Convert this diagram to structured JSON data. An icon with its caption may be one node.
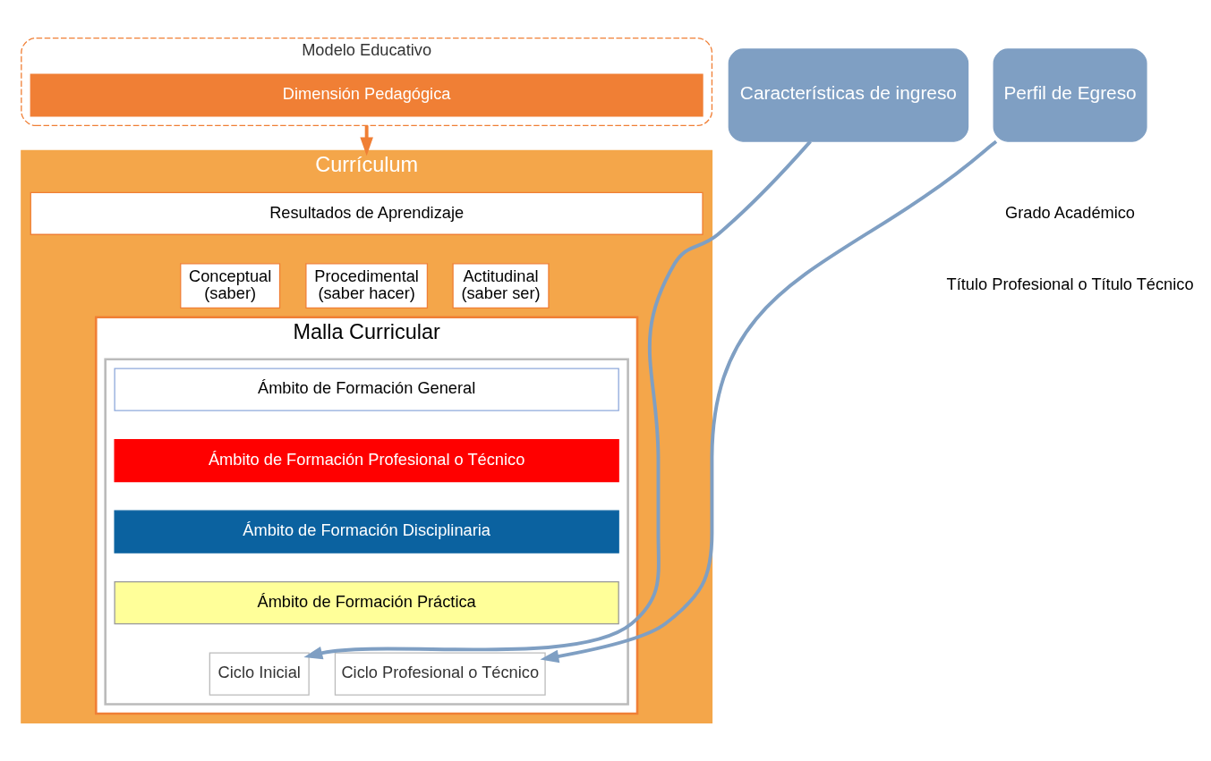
{
  "diagram": {
    "nodes": [
      {
        "text": [
          "Modelo Educativo"
        ]
      },
      {
        "text": [
          "Dimensión Pedagógica"
        ],
        "in": 0
      },
      {
        "text": [
          "Currículum"
        ]
      },
      {
        "text": [
          "Resultados de Aprendizaje"
        ],
        "in": 2
      },
      {
        "text": [
          "Conceptual",
          "(saber)"
        ],
        "in": 2
      },
      {
        "text": [
          "Procedimental",
          "(saber hacer)"
        ],
        "in": 2
      },
      {
        "text": [
          "Actitudinal",
          "(saber ser)"
        ],
        "in": 2
      },
      {
        "text": [
          "Malla Curricular"
        ],
        "in": 2
      },
      {
        "text": [],
        "shape": "box",
        "in": 7
      },
      {
        "text": [
          "Ámbito de Formación General"
        ],
        "in": 8
      },
      {
        "text": [
          "Ámbito de Formación Profesional o Técnico"
        ],
        "in": 8
      },
      {
        "text": [
          "Ámbito de Formación Disciplinaria"
        ],
        "in": 8
      },
      {
        "text": [
          "Ámbito de Formación Práctica"
        ],
        "in": 8
      },
      {
        "text": [
          "Ciclo Inicial"
        ],
        "in": 8
      },
      {
        "text": [
          "Ciclo Profesional o Técnico"
        ],
        "in": 8
      },
      {
        "text": [
          "Características de ingreso"
        ]
      },
      {
        "text": [
          "Perfil de Egreso"
        ]
      }
    ],
    "edges": [
      {
        "from": 0,
        "to": 2,
        "arrow": "to",
        "color": "#f07f35"
      },
      {
        "from": 15,
        "to": 13,
        "arrow": "to"
      },
      {
        "from": 16,
        "to": 14,
        "arrow": "to"
      }
    ],
    "labels": [
      "Grado Académico",
      "Título Profesional o Título Técnico"
    ]
  }
}
